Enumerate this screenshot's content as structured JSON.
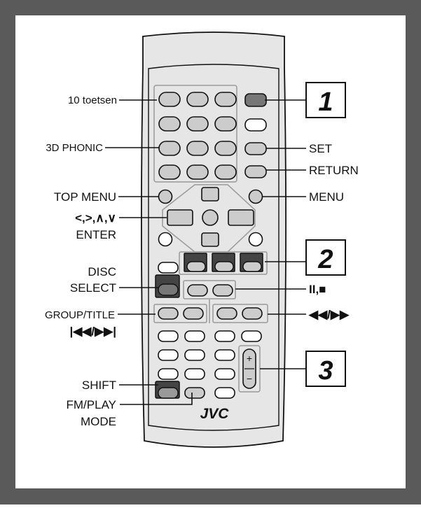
{
  "brand": "JVC",
  "labels": {
    "ten_keys": "10 toetsen",
    "three_d_phonic": "3D PHONIC",
    "top_menu": "TOP MENU",
    "cursor_keys": "<,>,∧,∨",
    "enter": "ENTER",
    "disc": "DISC",
    "select": "SELECT",
    "group_title": "GROUP/TITLE",
    "skip": "|◀◀/▶▶|",
    "shift": "SHIFT",
    "fm_play": "FM/PLAY",
    "mode": "MODE",
    "set": "SET",
    "return": "RETURN",
    "menu": "MENU",
    "pause_stop": "II,■",
    "rewind_ff": "◀◀/▶▶",
    "volume_plus": "+",
    "volume_minus": "−"
  },
  "callouts": [
    "1",
    "2",
    "3"
  ],
  "colors": {
    "frame": "#5a5a5a",
    "panel": "#ffffff",
    "remote_body": "#e6e6e6",
    "button_normal": "#ffffff",
    "button_gray": "#cccccc",
    "button_dark": "#444444"
  }
}
